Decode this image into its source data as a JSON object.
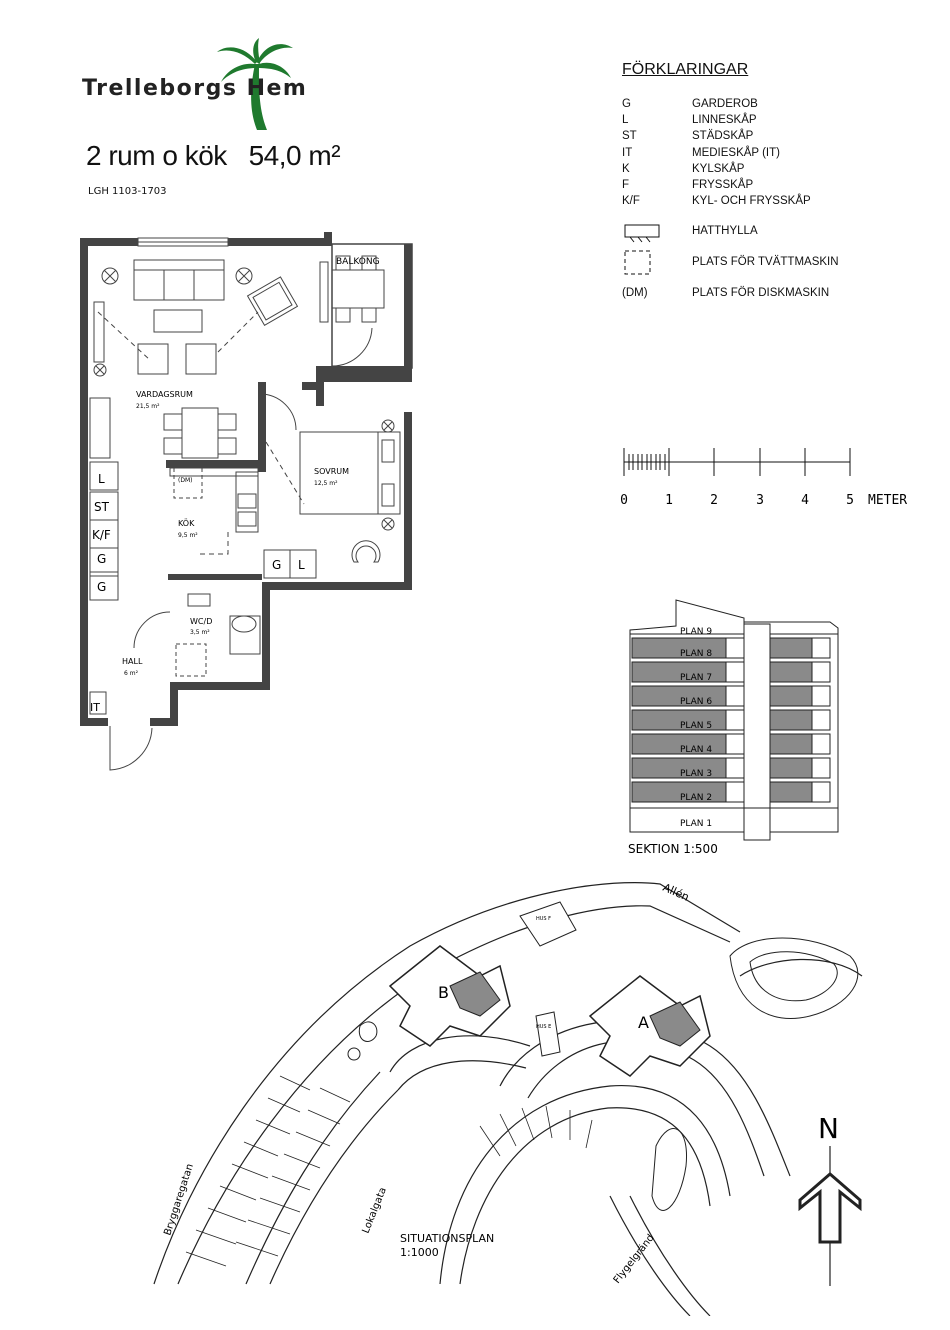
{
  "brand": {
    "name": "Trelleborgs Hem"
  },
  "header": {
    "title": "2 rum o kök   54,0 m²",
    "apartment_ids": "LGH 1103-1703"
  },
  "legend": {
    "title": "FÖRKLARINGAR",
    "items": [
      {
        "code": "G",
        "text": "GARDEROB"
      },
      {
        "code": "L",
        "text": "LINNESKÅP"
      },
      {
        "code": "ST",
        "text": "STÄDSKÅP"
      },
      {
        "code": "IT",
        "text": "MEDIESKÅP (IT)"
      },
      {
        "code": "K",
        "text": "KYLSKÅP"
      },
      {
        "code": "F",
        "text": "FRYSSKÅP"
      },
      {
        "code": "K/F",
        "text": "KYL- OCH FRYSSKÅP"
      }
    ],
    "symbol_items": [
      {
        "text": "HATTHYLLA"
      },
      {
        "text": "PLATS FÖR TVÄTTMASKIN"
      },
      {
        "code": "(DM)",
        "text": "PLATS FÖR DISKMASKIN"
      }
    ]
  },
  "scale": {
    "ticks": [
      "0",
      "1",
      "2",
      "3",
      "4",
      "5"
    ],
    "unit": "METER"
  },
  "floorplan": {
    "rooms": {
      "vardagsrum": {
        "name": "VARDAGSRUM",
        "area": "21,5 m²"
      },
      "sovrum": {
        "name": "SOVRUM",
        "area": "12,5 m²"
      },
      "kok": {
        "name": "KÖK",
        "area": "9,5 m²"
      },
      "wc": {
        "name": "WC/D",
        "area": "3,5 m²"
      },
      "hall": {
        "name": "HALL",
        "area": "6 m²"
      },
      "balkong": {
        "name": "BALKONG"
      }
    },
    "labels": {
      "dm": "(DM)",
      "l": "L",
      "st": "ST",
      "kf": "K/F",
      "g1": "G",
      "g2": "G",
      "it": "IT",
      "sov_g": "G",
      "sov_l": "L"
    }
  },
  "section": {
    "caption": "SEKTION 1:500",
    "floors": [
      "PLAN 9",
      "PLAN 8",
      "PLAN 7",
      "PLAN 6",
      "PLAN 5",
      "PLAN 4",
      "PLAN 3",
      "PLAN 2",
      "PLAN 1"
    ],
    "highlighted_floors": [
      "PLAN 8",
      "PLAN 7",
      "PLAN 6",
      "PLAN 5",
      "PLAN 4",
      "PLAN 3",
      "PLAN 2"
    ]
  },
  "siteplan": {
    "caption": "SITUATIONSPLAN",
    "scale": "1:1000",
    "streets": {
      "allen": "Allén",
      "bryggaregatan": "Bryggaregatan",
      "lokalgata": "Lokalgata",
      "flygelgrand": "Flygelgränd"
    },
    "buildings": {
      "a": "A",
      "b": "B",
      "hus_f": "HUS F",
      "hus_e": "HUS E"
    },
    "north": "N"
  },
  "colors": {
    "logo_green": "#1f7a2e",
    "wall": "#444444",
    "highlight": "#8a8a8a"
  }
}
